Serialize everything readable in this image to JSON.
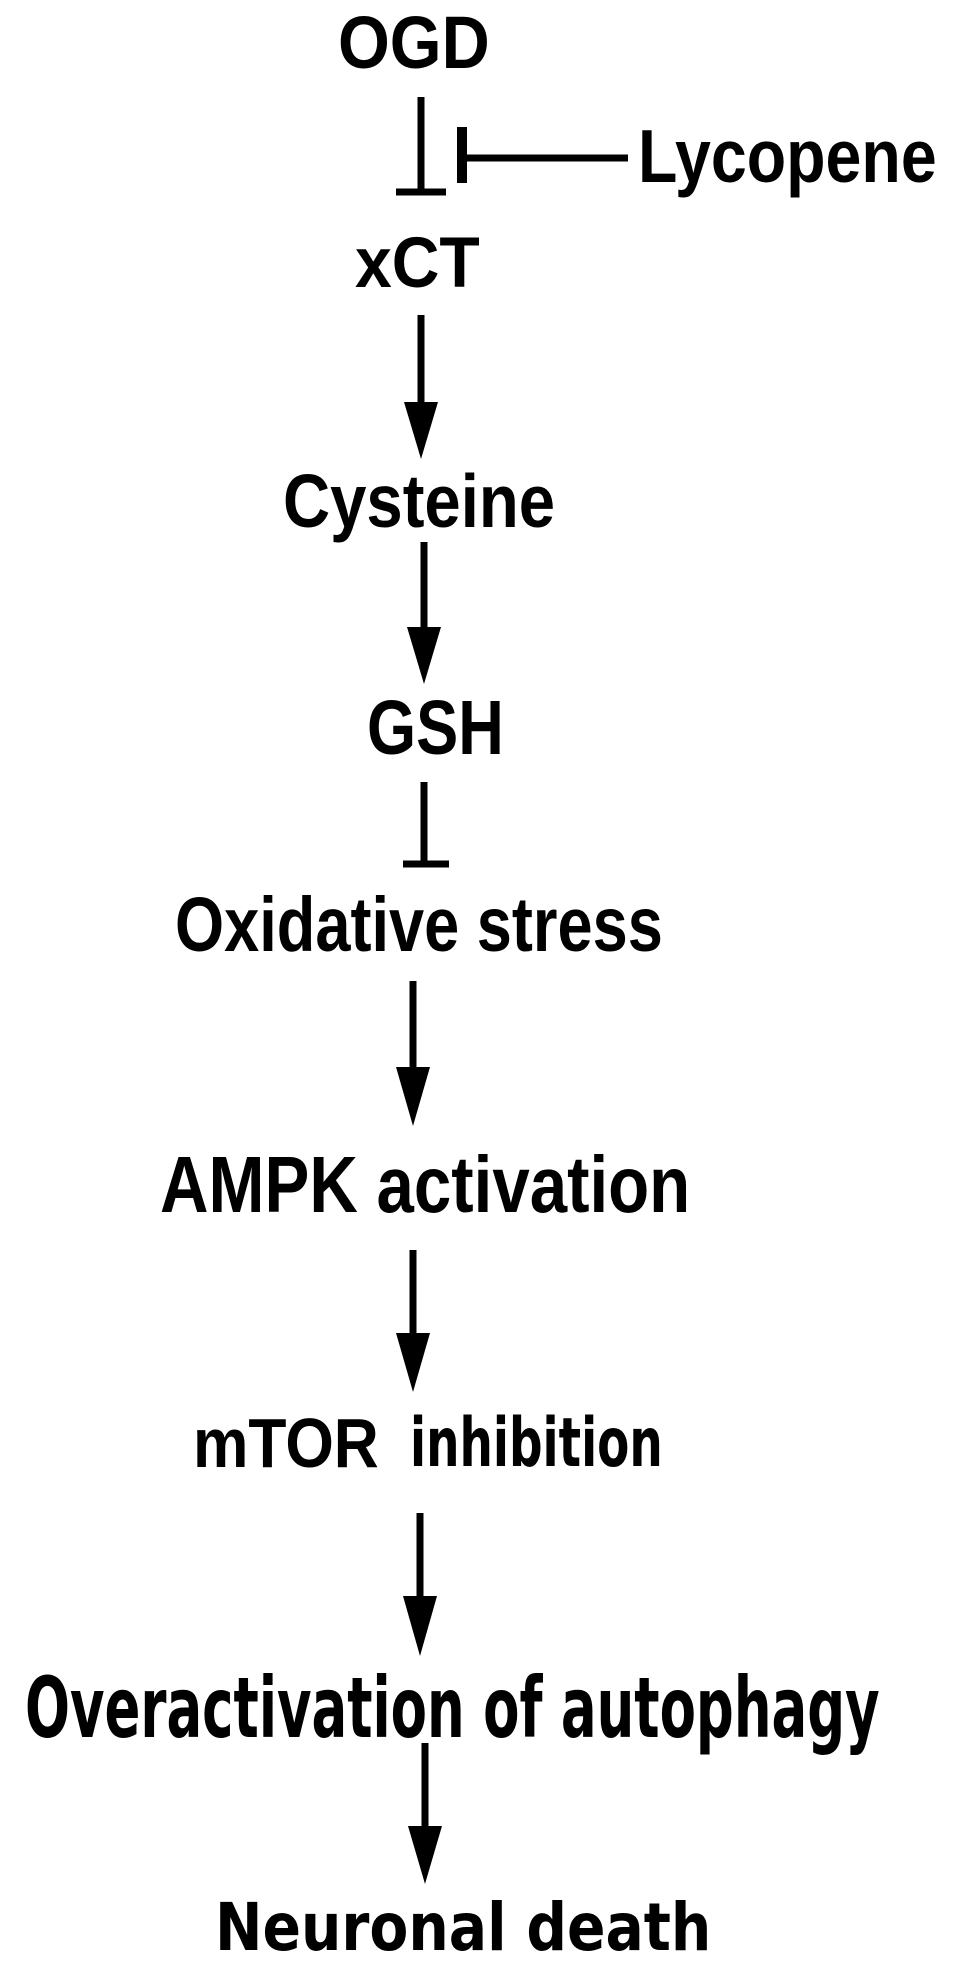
{
  "diagram": {
    "background_color": "#ffffff",
    "ink_color": "#000000",
    "nodes": [
      {
        "id": "ogd",
        "label": "OGD"
      },
      {
        "id": "lycopene",
        "label": "Lycopene"
      },
      {
        "id": "xct",
        "label": "xCT"
      },
      {
        "id": "cysteine",
        "label": "Cysteine"
      },
      {
        "id": "gsh",
        "label": "GSH"
      },
      {
        "id": "oxidative-stress",
        "label": "Oxidative stress"
      },
      {
        "id": "ampk-activation",
        "label": "AMPK activation"
      },
      {
        "id": "mtor-inhibition",
        "label": "mTOR inhibition",
        "parts": [
          "mTOR",
          "inhibition"
        ]
      },
      {
        "id": "overactivation-of-autophagy",
        "label": "Overactivation of autophagy"
      },
      {
        "id": "neuronal-death",
        "label": "Neuronal death"
      }
    ],
    "edges": [
      {
        "from": "OGD",
        "to": "xCT",
        "type": "inhibition",
        "marker": "t-bar"
      },
      {
        "from": "Lycopene",
        "to": "OGD-xCT link",
        "type": "inhibition",
        "marker": "t-bar"
      },
      {
        "from": "xCT",
        "to": "Cysteine",
        "type": "activation",
        "marker": "arrow"
      },
      {
        "from": "Cysteine",
        "to": "GSH",
        "type": "activation",
        "marker": "arrow"
      },
      {
        "from": "GSH",
        "to": "Oxidative stress",
        "type": "inhibition",
        "marker": "t-bar"
      },
      {
        "from": "Oxidative stress",
        "to": "AMPK activation",
        "type": "activation",
        "marker": "arrow"
      },
      {
        "from": "AMPK activation",
        "to": "mTOR inhibition",
        "type": "activation",
        "marker": "arrow"
      },
      {
        "from": "mTOR inhibition",
        "to": "Overactivation of autophagy",
        "type": "activation",
        "marker": "arrow"
      },
      {
        "from": "Overactivation of autophagy",
        "to": "Neuronal death",
        "type": "activation",
        "marker": "arrow"
      }
    ]
  }
}
